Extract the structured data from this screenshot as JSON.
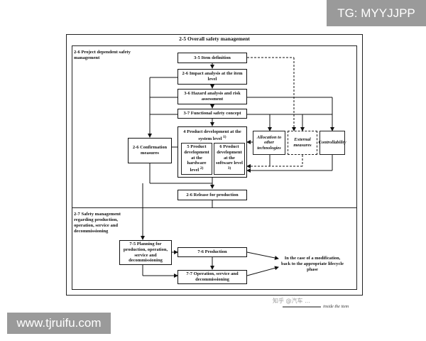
{
  "watermark_top": "TG: MYYJJPP",
  "watermark_bottom": "www.tjruifu.com",
  "faint_watermark": "知乎 @汽车 ... ",
  "diagram": {
    "title": "2-5 Overall safety management",
    "section_upper": "2-6 Project dependent safety management",
    "section_lower": "2-7 Safety management regarding production, operation, service and decommissioning",
    "boxes": {
      "item_definition": "3-5 Item definition",
      "impact_analysis": "2-6 Impact analysis at the item level",
      "hazard_analysis": "3-6 Hazard analysis and risk assessment",
      "functional_concept": "3-7 Functional safety concept",
      "system_level": "4 Product development at the system level",
      "system_level_note": "1)",
      "hardware_level": "5 Product development at the hardware level",
      "hardware_level_note": "2)",
      "software_level": "6 Product development at the software level",
      "software_level_note": "3)",
      "confirmation": "2-6 Confirmation measures",
      "allocation": "Allocation to other technologies",
      "external": "External measures",
      "controllability": "Controllability",
      "release": "2-6 Release for production",
      "planning": "7-5 Planning for production, operation, service and decommissioning",
      "production": "7-6 Production",
      "operation": "7-7 Operation, service and decommissioning"
    },
    "modification_note": "In the case of a modification, back to the appropriate lifecycle phase",
    "legend_inside": "inside the item"
  }
}
